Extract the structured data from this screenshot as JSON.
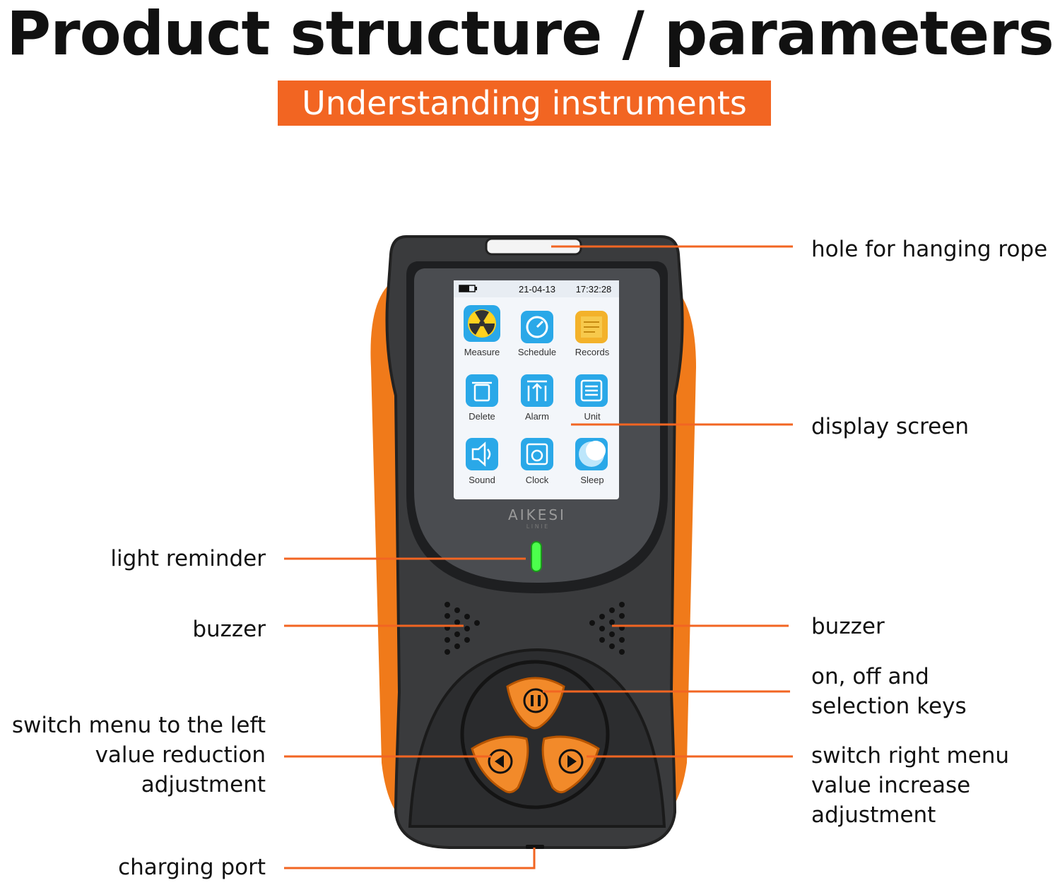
{
  "title": "Product structure / parameters",
  "subtitle": "Understanding instruments",
  "labels": {
    "hole": "hole for hanging rope",
    "display": "display screen",
    "light": "light reminder",
    "buzzer_left": "buzzer",
    "buzzer_right": "buzzer",
    "onoff": "on, off and\nselection keys",
    "left_key": "switch menu to the left\nvalue reduction\nadjustment",
    "right_key": "switch right menu\nvalue increase\nadjustment",
    "charging": "charging port"
  },
  "screen": {
    "date": "21-04-13",
    "time": "17:32:28",
    "apps": [
      "Measure",
      "Schedule",
      "Records",
      "Delete",
      "Alarm",
      "Unit",
      "Sound",
      "Clock",
      "Sleep"
    ]
  },
  "brand": {
    "logo": "AIKESI",
    "tagline": "L I N I E"
  },
  "colors": {
    "accent": "#f26522",
    "device_body": "#3a3b3d",
    "device_side": "#f07a1a",
    "led": "#4cff4c",
    "icon": "#2aa8e8"
  },
  "icons": [
    "radiation-icon",
    "gauge-icon",
    "records-icon",
    "trash-icon",
    "alarm-icon",
    "unit-icon",
    "speaker-icon",
    "clock-icon",
    "moon-icon",
    "battery-icon",
    "pause-icon",
    "left-arrow-icon",
    "right-arrow-icon"
  ]
}
